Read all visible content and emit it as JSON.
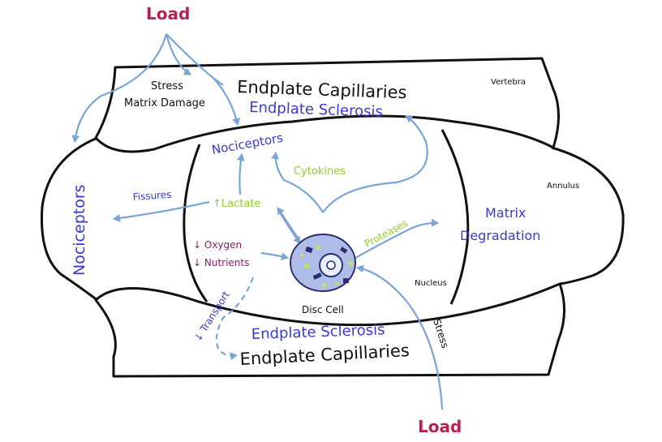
{
  "labels": {
    "load_top": "Load",
    "load_bottom": "Load",
    "stress_top": "Stress",
    "matrix_damage": "Matrix Damage",
    "endplate_capillaries_top": "Endplate Capillaries",
    "endplate_sclerosis_top": "Endplate Sclerosis",
    "vertebra": "Vertebra",
    "nociceptors_inner": "Nociceptors",
    "nociceptors_side": "Nociceptors",
    "cytokines": "Cytokines",
    "annulus": "Annulus",
    "fissures": "Fissures",
    "lactate": "↑Lactate",
    "proteases": "Proteases",
    "matrix": "Matrix",
    "degradation": "Degradation",
    "oxygen": "↓ Oxygen",
    "nutrients": "↓ Nutrients",
    "nucleus": "Nucleus",
    "disc_cell": "Disc Cell",
    "transport": "↓ Transport",
    "endplate_sclerosis_bottom": "Endplate Sclerosis",
    "endplate_capillaries_bottom": "Endplate Capillaries",
    "stress_bottom": "Stress"
  },
  "colors": {
    "text_dark": "#111111",
    "text_blue": "#3a3ad0",
    "text_load": "#b5234f",
    "text_green": "#8fcf2e",
    "text_purple": "#8a1d6e",
    "arrow": "#7aa4d8",
    "cell_fill": "#aebde8",
    "cell_nucleus": "#e8f0ff"
  }
}
